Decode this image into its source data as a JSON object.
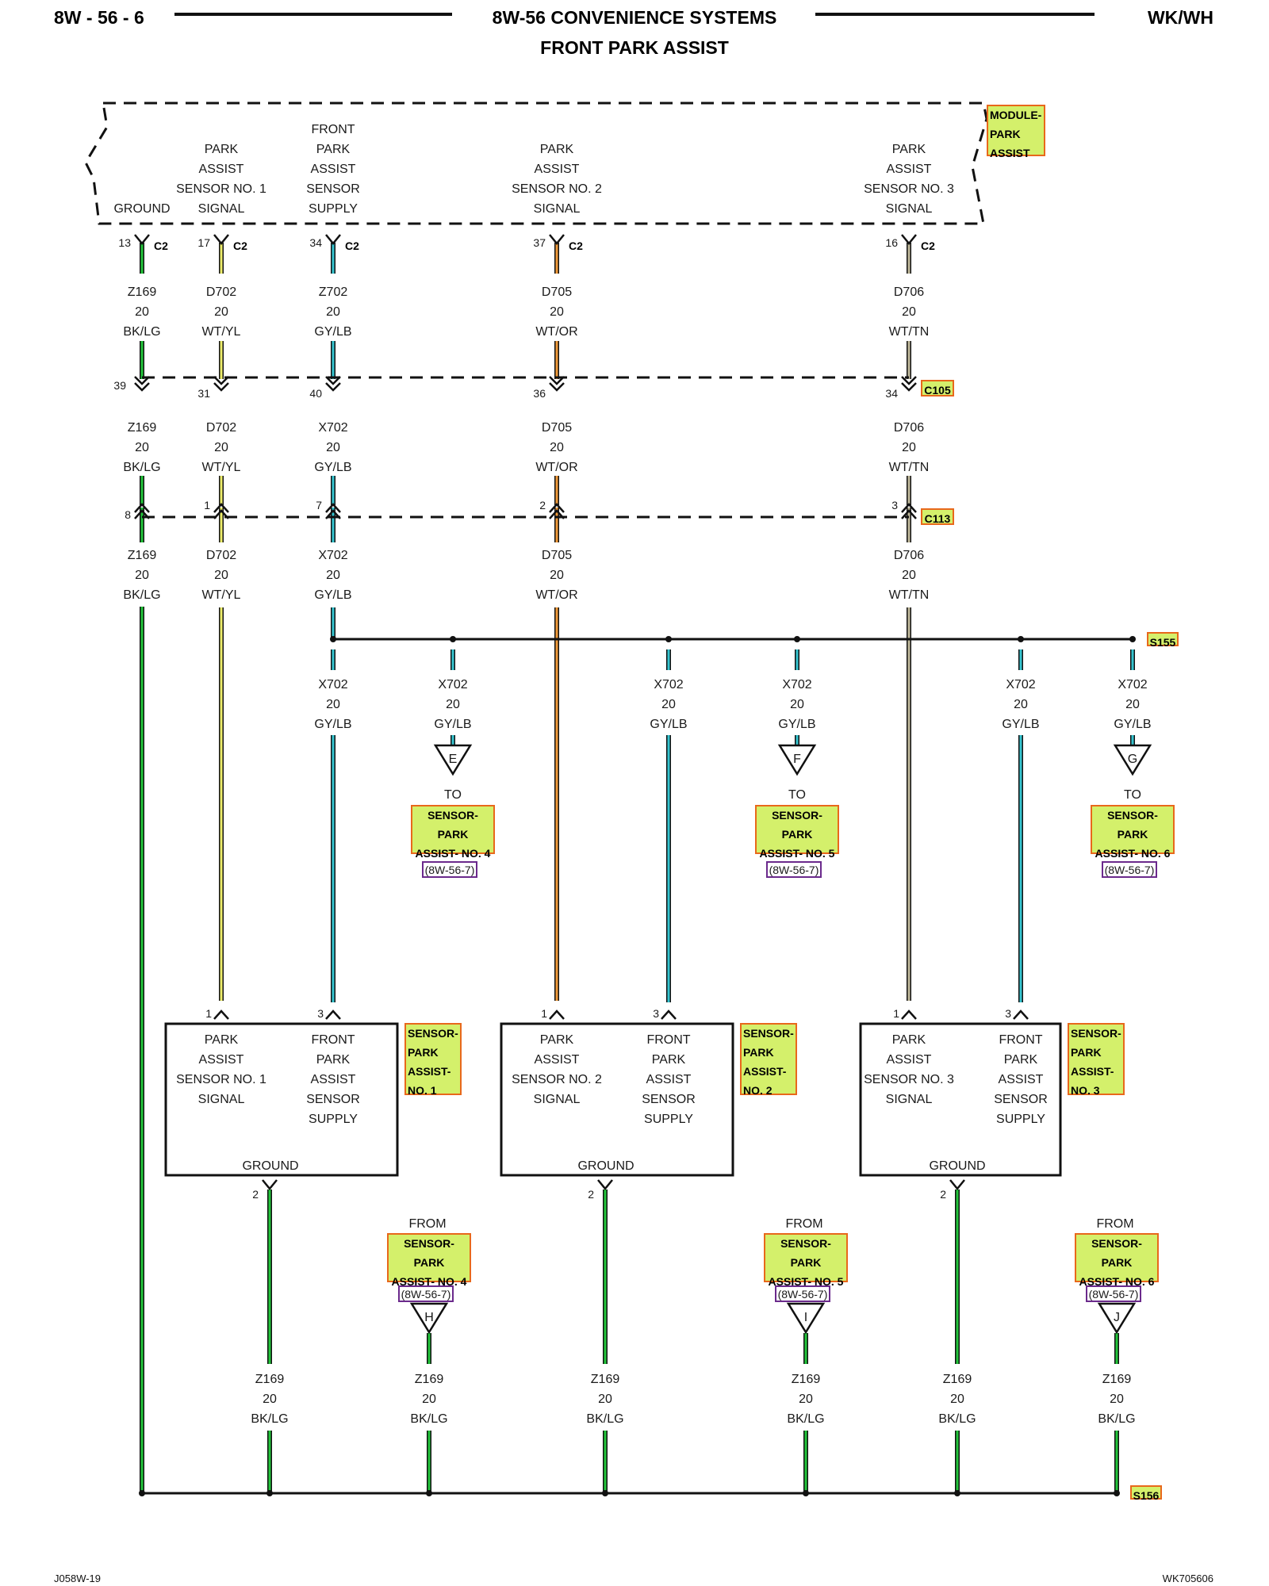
{
  "header": {
    "page_number": "8W - 56 - 6",
    "section_title": "8W-56 CONVENIENCE SYSTEMS",
    "subtitle": "FRONT PARK ASSIST",
    "vehicle": "WK/WH"
  },
  "footer": {
    "left_code": "J058W-19",
    "right_code": "WK705606"
  },
  "module": {
    "name_lines": [
      "MODULE-",
      "PARK",
      "ASSIST"
    ],
    "functions": [
      {
        "lines": [
          "GROUND"
        ]
      },
      {
        "lines": [
          "PARK",
          "ASSIST",
          "SENSOR NO. 1",
          "SIGNAL"
        ]
      },
      {
        "lines": [
          "FRONT",
          "PARK",
          "ASSIST",
          "SENSOR",
          "SUPPLY"
        ]
      },
      {
        "lines": [
          "PARK",
          "ASSIST",
          "SENSOR NO. 2",
          "SIGNAL"
        ]
      },
      {
        "lines": [
          "PARK",
          "ASSIST",
          "SENSOR NO. 3",
          "SIGNAL"
        ]
      }
    ],
    "pins": [
      "13",
      "17",
      "34",
      "37",
      "16"
    ],
    "connector": "C2"
  },
  "wires": {
    "seg1": [
      {
        "circuit": "Z169",
        "gauge": "20",
        "color": "BK/LG"
      },
      {
        "circuit": "D702",
        "gauge": "20",
        "color": "WT/YL"
      },
      {
        "circuit": "Z702",
        "gauge": "20",
        "color": "GY/LB"
      },
      {
        "circuit": "D705",
        "gauge": "20",
        "color": "WT/OR"
      },
      {
        "circuit": "D706",
        "gauge": "20",
        "color": "WT/TN"
      }
    ],
    "seg2": [
      {
        "circuit": "Z169",
        "gauge": "20",
        "color": "BK/LG"
      },
      {
        "circuit": "D702",
        "gauge": "20",
        "color": "WT/YL"
      },
      {
        "circuit": "X702",
        "gauge": "20",
        "color": "GY/LB"
      },
      {
        "circuit": "D705",
        "gauge": "20",
        "color": "WT/OR"
      },
      {
        "circuit": "D706",
        "gauge": "20",
        "color": "WT/TN"
      }
    ],
    "seg3": [
      {
        "circuit": "Z169",
        "gauge": "20",
        "color": "BK/LG"
      },
      {
        "circuit": "D702",
        "gauge": "20",
        "color": "WT/YL"
      },
      {
        "circuit": "X702",
        "gauge": "20",
        "color": "GY/LB"
      },
      {
        "circuit": "D705",
        "gauge": "20",
        "color": "WT/OR"
      },
      {
        "circuit": "D706",
        "gauge": "20",
        "color": "WT/TN"
      }
    ],
    "supply_branch": {
      "circuit": "X702",
      "gauge": "20",
      "color": "GY/LB"
    },
    "ground_branch": {
      "circuit": "Z169",
      "gauge": "20",
      "color": "BK/LG"
    }
  },
  "inline_connectors": {
    "c105": {
      "name": "C105",
      "pins": [
        "39",
        "31",
        "40",
        "36",
        "34"
      ]
    },
    "c113": {
      "name": "C113",
      "pins": [
        "8",
        "1",
        "7",
        "2",
        "3"
      ]
    }
  },
  "splices": {
    "supply": "S155",
    "ground": "S156"
  },
  "offpage_to": [
    {
      "letter": "E",
      "prefix": "TO",
      "target": [
        "SENSOR-",
        "PARK",
        "ASSIST- NO. 4"
      ],
      "ref": "(8W-56-7)"
    },
    {
      "letter": "F",
      "prefix": "TO",
      "target": [
        "SENSOR-",
        "PARK",
        "ASSIST- NO. 5"
      ],
      "ref": "(8W-56-7)"
    },
    {
      "letter": "G",
      "prefix": "TO",
      "target": [
        "SENSOR-",
        "PARK",
        "ASSIST- NO. 6"
      ],
      "ref": "(8W-56-7)"
    }
  ],
  "offpage_from": [
    {
      "letter": "H",
      "prefix": "FROM",
      "target": [
        "SENSOR-",
        "PARK",
        "ASSIST- NO. 4"
      ],
      "ref": "(8W-56-7)"
    },
    {
      "letter": "I",
      "prefix": "FROM",
      "target": [
        "SENSOR-",
        "PARK",
        "ASSIST- NO. 5"
      ],
      "ref": "(8W-56-7)"
    },
    {
      "letter": "J",
      "prefix": "FROM",
      "target": [
        "SENSOR-",
        "PARK",
        "ASSIST- NO. 6"
      ],
      "ref": "(8W-56-7)"
    }
  ],
  "sensors": [
    {
      "name_lines": [
        "SENSOR-",
        "PARK",
        "ASSIST-",
        "NO. 1"
      ],
      "signal_lines": [
        "PARK",
        "ASSIST",
        "SENSOR NO. 1",
        "SIGNAL"
      ],
      "supply_lines": [
        "FRONT",
        "PARK",
        "ASSIST",
        "SENSOR",
        "SUPPLY"
      ],
      "ground": "GROUND",
      "pin_signal": "1",
      "pin_supply": "3",
      "pin_ground": "2"
    },
    {
      "name_lines": [
        "SENSOR-",
        "PARK",
        "ASSIST-",
        "NO. 2"
      ],
      "signal_lines": [
        "PARK",
        "ASSIST",
        "SENSOR NO. 2",
        "SIGNAL"
      ],
      "supply_lines": [
        "FRONT",
        "PARK",
        "ASSIST",
        "SENSOR",
        "SUPPLY"
      ],
      "ground": "GROUND",
      "pin_signal": "1",
      "pin_supply": "3",
      "pin_ground": "2"
    },
    {
      "name_lines": [
        "SENSOR-",
        "PARK",
        "ASSIST-",
        "NO. 3"
      ],
      "signal_lines": [
        "PARK",
        "ASSIST",
        "SENSOR NO. 3",
        "SIGNAL"
      ],
      "supply_lines": [
        "FRONT",
        "PARK",
        "ASSIST",
        "SENSOR",
        "SUPPLY"
      ],
      "ground": "GROUND",
      "pin_signal": "1",
      "pin_supply": "3",
      "pin_ground": "2"
    }
  ],
  "colors": {
    "BK/LG": "#22c53a",
    "WT/YL": "#ecec6a",
    "GY/LB": "#35c4cf",
    "WT/OR": "#f09a3a",
    "WT/TN": "#bfb89a",
    "highlight": "#d4f06b",
    "highlight_border": "#e8681b",
    "ref_border": "#6b2a8c"
  }
}
